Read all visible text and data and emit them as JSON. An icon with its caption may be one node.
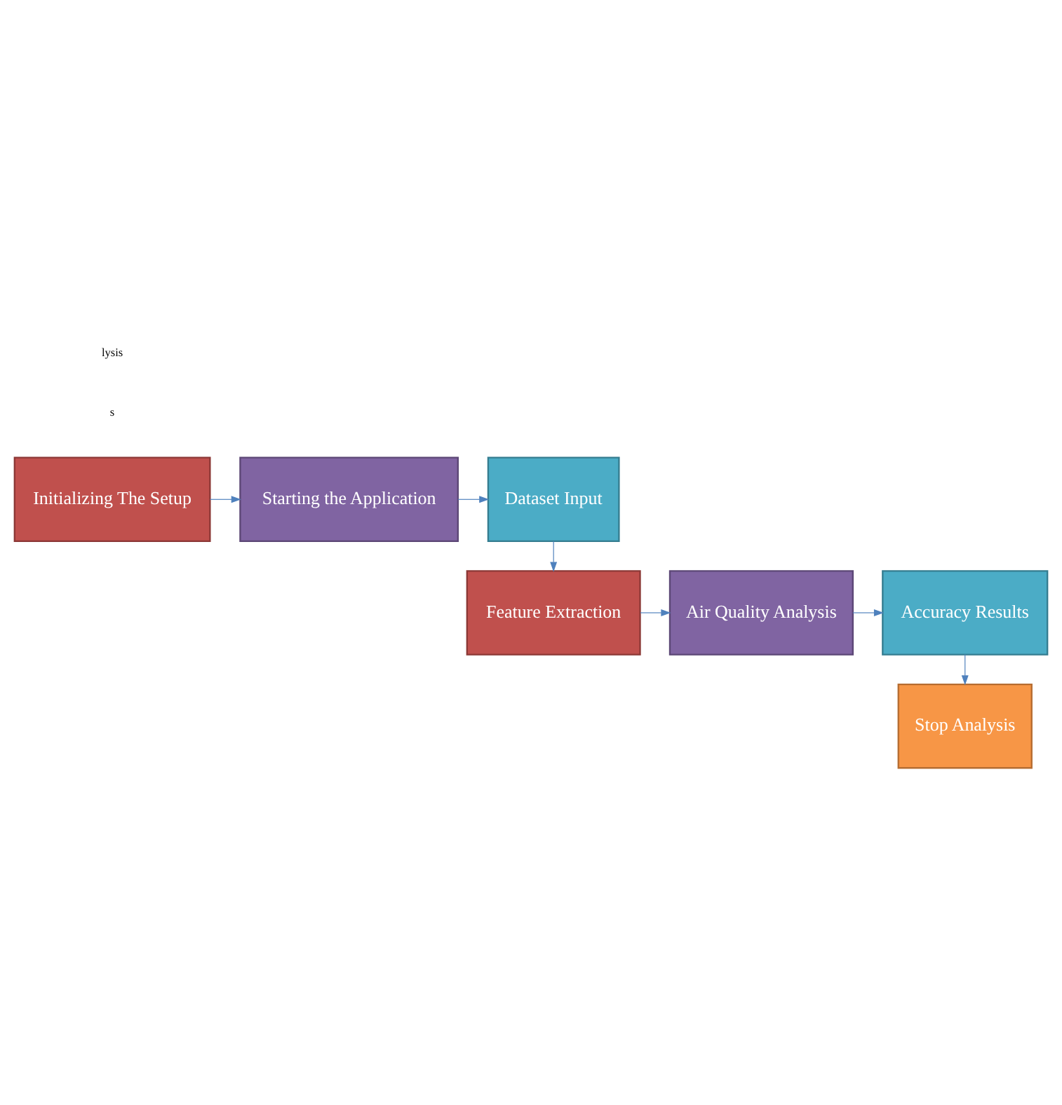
{
  "diagram": {
    "nodes": [
      {
        "text": [
          "Initializing The Setup"
        ]
      },
      {
        "text": [
          "Starting the Application"
        ]
      },
      {
        "text": [
          "Dataset Input"
        ]
      },
      {
        "text": [
          "Feature Extraction"
        ]
      },
      {
        "text": [
          "Air Quality Analysis"
        ]
      },
      {
        "text": [
          "Accuracy Results"
        ]
      },
      {
        "text": [
          "Stop Analysis"
        ]
      }
    ],
    "edges": [
      {
        "from": 0,
        "to": 1,
        "arrow": "to"
      },
      {
        "from": 1,
        "to": 2,
        "arrow": "to"
      },
      {
        "from": 2,
        "to": 3,
        "arrow": "to"
      },
      {
        "from": 3,
        "to": 4,
        "arrow": "to"
      },
      {
        "from": 4,
        "to": 5,
        "arrow": "to"
      },
      {
        "from": 5,
        "to": 6,
        "arrow": "to"
      }
    ],
    "labels": [
      "lysis",
      "s"
    ]
  }
}
